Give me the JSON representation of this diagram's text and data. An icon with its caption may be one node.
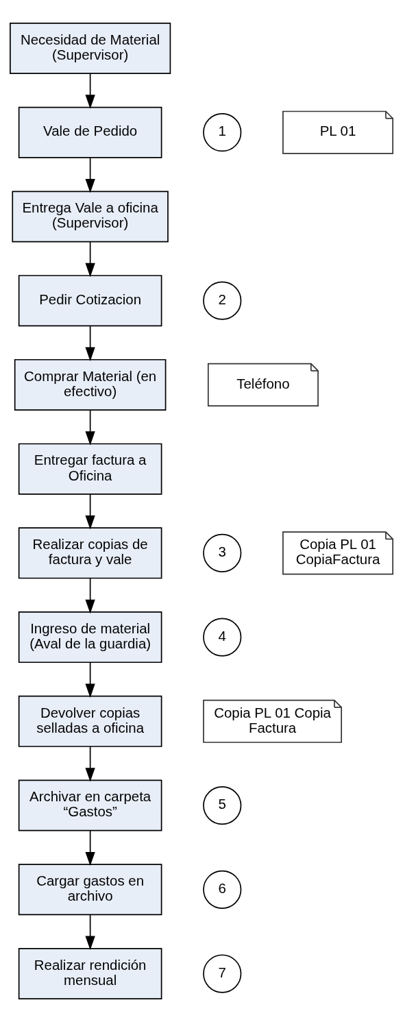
{
  "diagram": {
    "nodes": [
      {
        "text": [
          "Necesidad de Material (Supervisor)"
        ]
      },
      {
        "text": [
          "Vale de Pedido"
        ]
      },
      {
        "text": [
          "1"
        ]
      },
      {
        "text": [
          "PL 01"
        ]
      },
      {
        "text": [
          "Entrega Vale a oficina (Supervisor)"
        ]
      },
      {
        "text": [
          "Pedir Cotizacion"
        ]
      },
      {
        "text": [
          "2"
        ]
      },
      {
        "text": [
          "Teléfono"
        ]
      },
      {
        "text": [
          "Comprar Material (en efectivo)"
        ]
      },
      {
        "text": [
          "Entregar factura a Oficina"
        ]
      },
      {
        "text": [
          "Realizar copias de factura y vale"
        ]
      },
      {
        "text": [
          "3"
        ]
      },
      {
        "text": [
          "Copia PL 01 CopiaFactura"
        ]
      },
      {
        "text": [
          "Ingreso de material (Aval de la guardia)"
        ]
      },
      {
        "text": [
          "4"
        ]
      },
      {
        "text": [
          "Devolver copias selladas a oficina"
        ]
      },
      {
        "text": [
          "Copia PL 01 Copia Factura"
        ]
      },
      {
        "text": [
          "Archivar en carpeta “Gastos”"
        ]
      },
      {
        "text": [
          "5"
        ]
      },
      {
        "text": [
          "Cargar gastos en archivo"
        ]
      },
      {
        "text": [
          "6"
        ]
      },
      {
        "text": [
          "Realizar rendición mensual"
        ]
      },
      {
        "text": [
          "7"
        ]
      }
    ],
    "edges": [
      {
        "from": 0,
        "to": 1,
        "arrow": "to"
      },
      {
        "from": 1,
        "to": 4,
        "arrow": "to"
      },
      {
        "from": 4,
        "to": 5,
        "arrow": "to"
      },
      {
        "from": 5,
        "to": 8,
        "arrow": "to"
      },
      {
        "from": 8,
        "to": 9,
        "arrow": "to"
      },
      {
        "from": 9,
        "to": 10,
        "arrow": "to"
      },
      {
        "from": 10,
        "to": 13,
        "arrow": "to"
      },
      {
        "from": 13,
        "to": 15,
        "arrow": "to"
      },
      {
        "from": 15,
        "to": 17,
        "arrow": "to"
      },
      {
        "from": 17,
        "to": 19,
        "arrow": "to"
      },
      {
        "from": 19,
        "to": 21,
        "arrow": "to"
      }
    ]
  }
}
